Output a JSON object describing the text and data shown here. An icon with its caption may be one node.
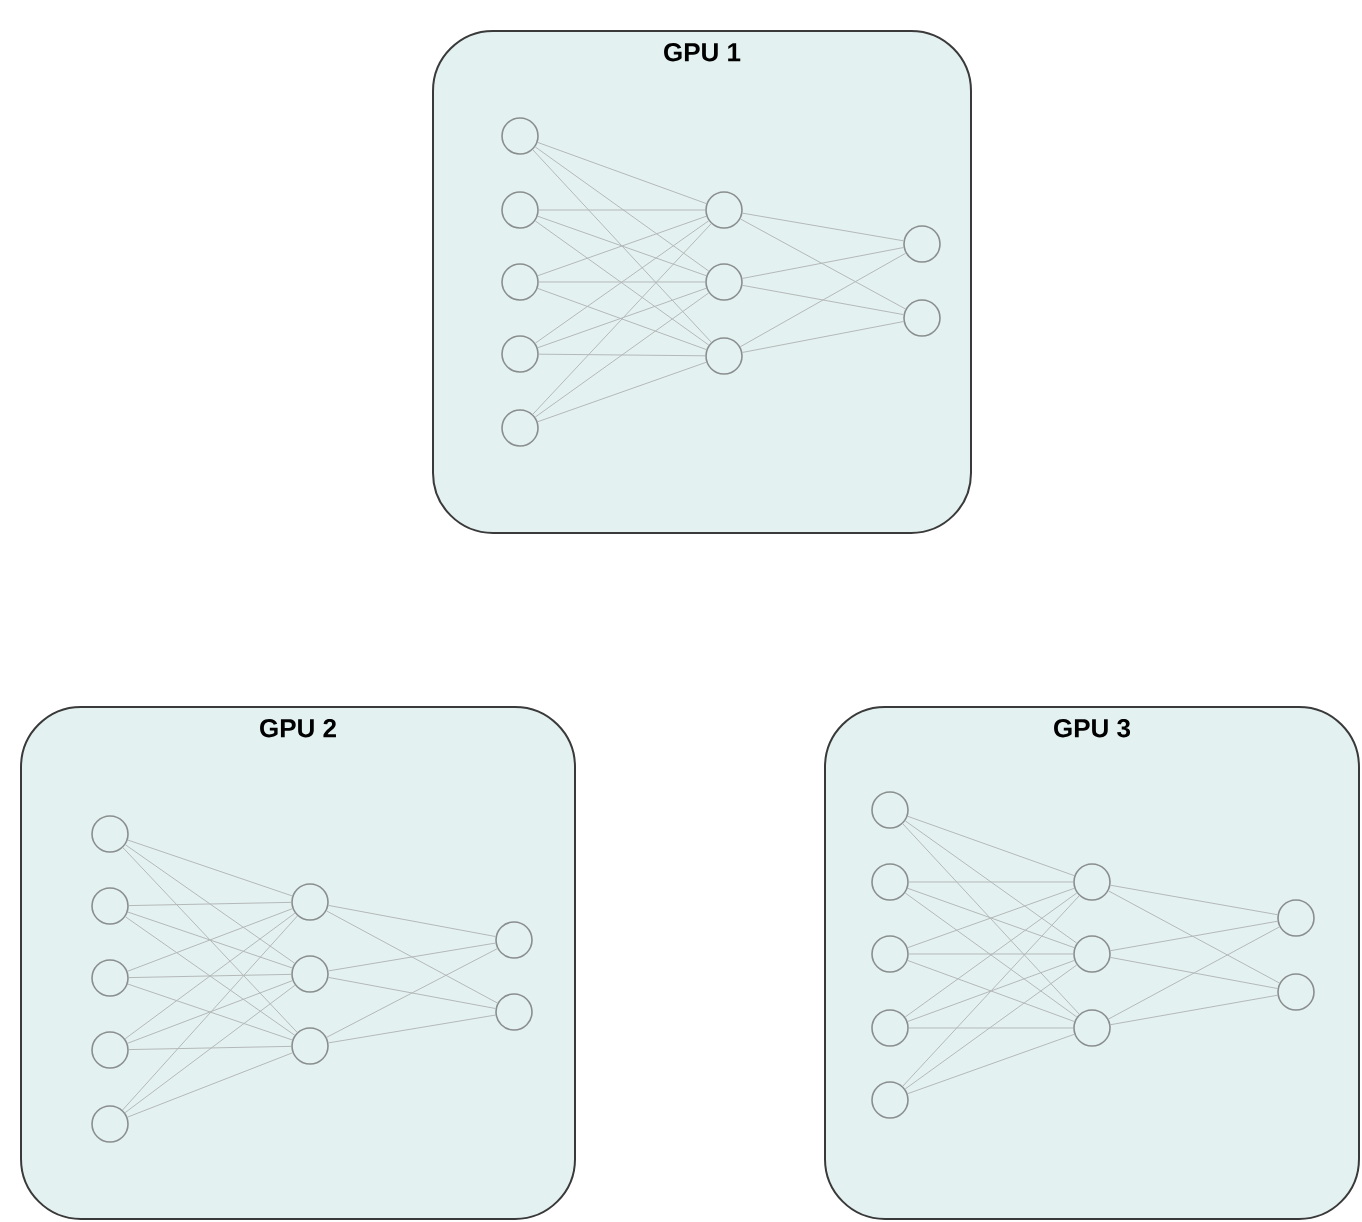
{
  "diagram": {
    "nodes": [
      {
        "text": [
          "GPU 1"
        ]
      },
      {
        "text": [],
        "shape": "circle",
        "in": 0
      },
      {
        "text": [],
        "shape": "circle",
        "in": 0
      },
      {
        "text": [],
        "shape": "circle",
        "in": 0
      },
      {
        "text": [],
        "shape": "circle",
        "in": 0
      },
      {
        "text": [],
        "shape": "circle",
        "in": 0
      },
      {
        "text": [],
        "shape": "circle",
        "in": 0
      },
      {
        "text": [],
        "shape": "circle",
        "in": 0
      },
      {
        "text": [],
        "shape": "circle",
        "in": 0
      },
      {
        "text": [],
        "shape": "circle",
        "in": 0
      },
      {
        "text": [],
        "shape": "circle",
        "in": 0
      },
      {
        "text": [
          "GPU 2"
        ]
      },
      {
        "text": [],
        "shape": "circle",
        "in": 11
      },
      {
        "text": [],
        "shape": "circle",
        "in": 11
      },
      {
        "text": [],
        "shape": "circle",
        "in": 11
      },
      {
        "text": [],
        "shape": "circle",
        "in": 11
      },
      {
        "text": [],
        "shape": "circle",
        "in": 11
      },
      {
        "text": [],
        "shape": "circle",
        "in": 11
      },
      {
        "text": [],
        "shape": "circle",
        "in": 11
      },
      {
        "text": [],
        "shape": "circle",
        "in": 11
      },
      {
        "text": [],
        "shape": "circle",
        "in": 11
      },
      {
        "text": [],
        "shape": "circle",
        "in": 11
      },
      {
        "text": [
          "GPU 3"
        ]
      },
      {
        "text": [],
        "shape": "circle",
        "in": 22
      },
      {
        "text": [],
        "shape": "circle",
        "in": 22
      },
      {
        "text": [],
        "shape": "circle",
        "in": 22
      },
      {
        "text": [],
        "shape": "circle",
        "in": 22
      },
      {
        "text": [],
        "shape": "circle",
        "in": 22
      },
      {
        "text": [],
        "shape": "circle",
        "in": 22
      },
      {
        "text": [],
        "shape": "circle",
        "in": 22
      },
      {
        "text": [],
        "shape": "circle",
        "in": 22
      },
      {
        "text": [],
        "shape": "circle",
        "in": 22
      },
      {
        "text": [],
        "shape": "circle",
        "in": 22
      }
    ],
    "edges": [
      {
        "from": 1,
        "to": 6,
        "arrow": "none"
      },
      {
        "from": 1,
        "to": 7,
        "arrow": "none"
      },
      {
        "from": 1,
        "to": 8,
        "arrow": "none"
      },
      {
        "from": 2,
        "to": 6,
        "arrow": "none"
      },
      {
        "from": 2,
        "to": 7,
        "arrow": "none"
      },
      {
        "from": 2,
        "to": 8,
        "arrow": "none"
      },
      {
        "from": 3,
        "to": 6,
        "arrow": "none"
      },
      {
        "from": 3,
        "to": 7,
        "arrow": "none"
      },
      {
        "from": 3,
        "to": 8,
        "arrow": "none"
      },
      {
        "from": 4,
        "to": 6,
        "arrow": "none"
      },
      {
        "from": 4,
        "to": 7,
        "arrow": "none"
      },
      {
        "from": 4,
        "to": 8,
        "arrow": "none"
      },
      {
        "from": 5,
        "to": 6,
        "arrow": "none"
      },
      {
        "from": 5,
        "to": 7,
        "arrow": "none"
      },
      {
        "from": 5,
        "to": 8,
        "arrow": "none"
      },
      {
        "from": 6,
        "to": 9,
        "arrow": "none"
      },
      {
        "from": 6,
        "to": 10,
        "arrow": "none"
      },
      {
        "from": 7,
        "to": 9,
        "arrow": "none"
      },
      {
        "from": 7,
        "to": 10,
        "arrow": "none"
      },
      {
        "from": 8,
        "to": 9,
        "arrow": "none"
      },
      {
        "from": 8,
        "to": 10,
        "arrow": "none"
      },
      {
        "from": 12,
        "to": 17,
        "arrow": "none"
      },
      {
        "from": 12,
        "to": 18,
        "arrow": "none"
      },
      {
        "from": 12,
        "to": 19,
        "arrow": "none"
      },
      {
        "from": 13,
        "to": 17,
        "arrow": "none"
      },
      {
        "from": 13,
        "to": 18,
        "arrow": "none"
      },
      {
        "from": 13,
        "to": 19,
        "arrow": "none"
      },
      {
        "from": 14,
        "to": 17,
        "arrow": "none"
      },
      {
        "from": 14,
        "to": 18,
        "arrow": "none"
      },
      {
        "from": 14,
        "to": 19,
        "arrow": "none"
      },
      {
        "from": 15,
        "to": 17,
        "arrow": "none"
      },
      {
        "from": 15,
        "to": 18,
        "arrow": "none"
      },
      {
        "from": 15,
        "to": 19,
        "arrow": "none"
      },
      {
        "from": 16,
        "to": 17,
        "arrow": "none"
      },
      {
        "from": 16,
        "to": 18,
        "arrow": "none"
      },
      {
        "from": 16,
        "to": 19,
        "arrow": "none"
      },
      {
        "from": 17,
        "to": 20,
        "arrow": "none"
      },
      {
        "from": 17,
        "to": 21,
        "arrow": "none"
      },
      {
        "from": 18,
        "to": 20,
        "arrow": "none"
      },
      {
        "from": 18,
        "to": 21,
        "arrow": "none"
      },
      {
        "from": 19,
        "to": 20,
        "arrow": "none"
      },
      {
        "from": 19,
        "to": 21,
        "arrow": "none"
      },
      {
        "from": 23,
        "to": 28,
        "arrow": "none"
      },
      {
        "from": 23,
        "to": 29,
        "arrow": "none"
      },
      {
        "from": 23,
        "to": 30,
        "arrow": "none"
      },
      {
        "from": 24,
        "to": 28,
        "arrow": "none"
      },
      {
        "from": 24,
        "to": 29,
        "arrow": "none"
      },
      {
        "from": 24,
        "to": 30,
        "arrow": "none"
      },
      {
        "from": 25,
        "to": 28,
        "arrow": "none"
      },
      {
        "from": 25,
        "to": 29,
        "arrow": "none"
      },
      {
        "from": 25,
        "to": 30,
        "arrow": "none"
      },
      {
        "from": 26,
        "to": 28,
        "arrow": "none"
      },
      {
        "from": 26,
        "to": 29,
        "arrow": "none"
      },
      {
        "from": 26,
        "to": 30,
        "arrow": "none"
      },
      {
        "from": 27,
        "to": 28,
        "arrow": "none"
      },
      {
        "from": 27,
        "to": 29,
        "arrow": "none"
      },
      {
        "from": 27,
        "to": 30,
        "arrow": "none"
      },
      {
        "from": 28,
        "to": 31,
        "arrow": "none"
      },
      {
        "from": 28,
        "to": 32,
        "arrow": "none"
      },
      {
        "from": 29,
        "to": 31,
        "arrow": "none"
      },
      {
        "from": 29,
        "to": 32,
        "arrow": "none"
      },
      {
        "from": 30,
        "to": 31,
        "arrow": "none"
      },
      {
        "from": 30,
        "to": 32,
        "arrow": "none"
      }
    ]
  }
}
